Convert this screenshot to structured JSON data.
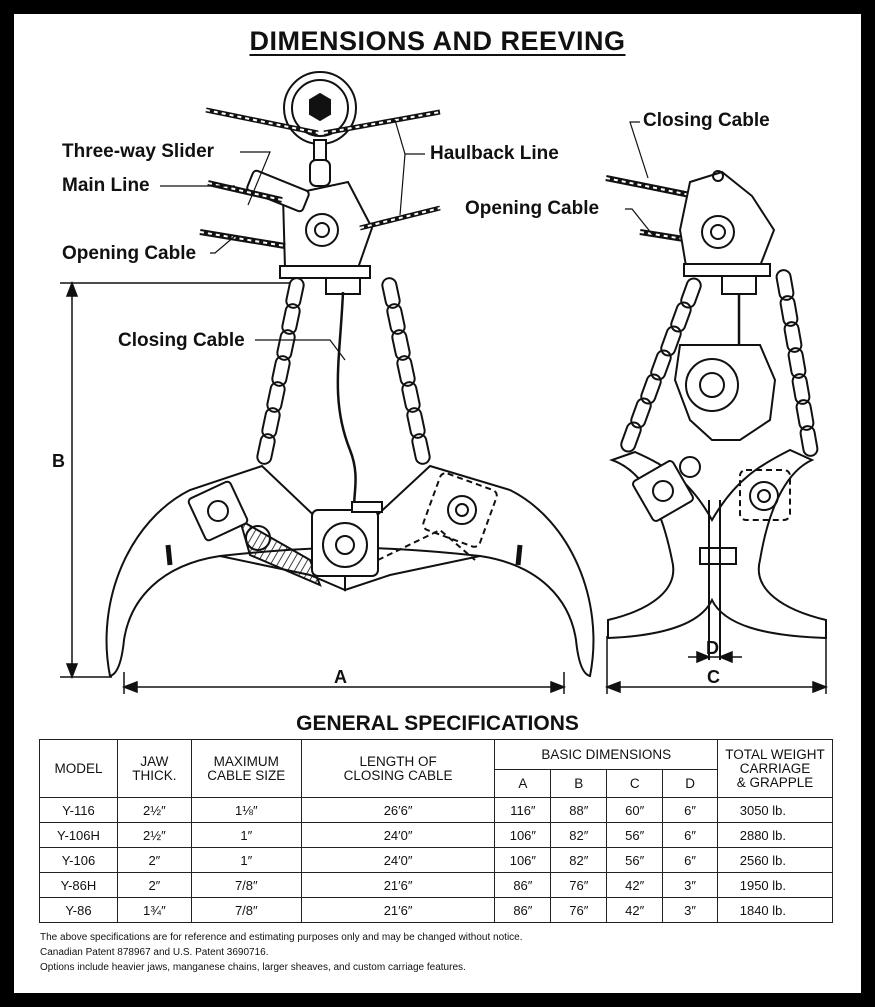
{
  "header": {
    "title": "DIMENSIONS AND REEVING"
  },
  "diagram": {
    "left_labels": {
      "three_way_slider": "Three-way Slider",
      "main_line": "Main Line",
      "opening_cable": "Opening Cable",
      "closing_cable": "Closing Cable",
      "haulback_line": "Haulback Line"
    },
    "right_labels": {
      "closing_cable": "Closing Cable",
      "opening_cable": "Opening Cable"
    },
    "dimension_letters": {
      "a": "A",
      "b": "B",
      "c": "C",
      "d": "D"
    }
  },
  "specs": {
    "title": "GENERAL SPECIFICATIONS",
    "headers": {
      "model": "MODEL",
      "jaw_line1": "JAW",
      "jaw_line2": "THICK.",
      "max_line1": "MAXIMUM",
      "max_line2": "CABLE SIZE",
      "len_line1": "LENGTH OF",
      "len_line2": "CLOSING CABLE",
      "basic": "BASIC DIMENSIONS",
      "a": "A",
      "b": "B",
      "c": "C",
      "d": "D",
      "weight_line1": "TOTAL WEIGHT",
      "weight_line2": "CARRIAGE",
      "weight_line3": "& GRAPPLE"
    },
    "rows": [
      {
        "model": "Y-116",
        "jaw": "2½″",
        "cable": "1⅛″",
        "length": "26′6″",
        "a": "116″",
        "b": "88″",
        "c": "60″",
        "d": "6″",
        "weight": "3050 lb."
      },
      {
        "model": "Y-106H",
        "jaw": "2½″",
        "cable": "1″",
        "length": "24′0″",
        "a": "106″",
        "b": "82″",
        "c": "56″",
        "d": "6″",
        "weight": "2880 lb."
      },
      {
        "model": "Y-106",
        "jaw": "2″",
        "cable": "1″",
        "length": "24′0″",
        "a": "106″",
        "b": "82″",
        "c": "56″",
        "d": "6″",
        "weight": "2560 lb."
      },
      {
        "model": "Y-86H",
        "jaw": "2″",
        "cable": "7/8″",
        "length": "21′6″",
        "a": "86″",
        "b": "76″",
        "c": "42″",
        "d": "3″",
        "weight": "1950 lb."
      },
      {
        "model": "Y-86",
        "jaw": "1¾″",
        "cable": "7/8″",
        "length": "21′6″",
        "a": "86″",
        "b": "76″",
        "c": "42″",
        "d": "3″",
        "weight": "1840 lb."
      }
    ]
  },
  "notes": {
    "line1": "The above specifications are for reference and estimating purposes only and may be changed without notice.",
    "line2": "Canadian Patent 878967 and U.S. Patent 3690716.",
    "line3": "Options include heavier jaws, manganese chains, larger sheaves, and custom carriage features."
  }
}
